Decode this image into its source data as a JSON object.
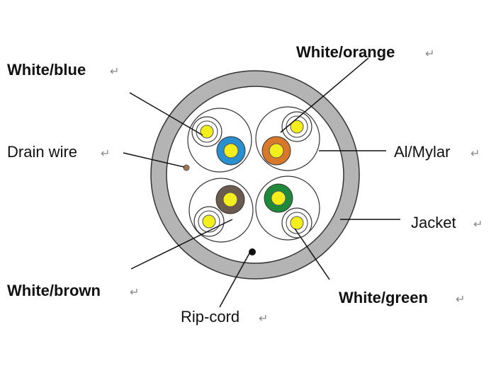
{
  "labels": {
    "white_blue": "White/blue",
    "drain_wire": "Drain wire",
    "white_brown": "White/brown",
    "rip_cord": "Rip-cord",
    "white_orange": "White/orange",
    "al_mylar": "Al/Mylar",
    "jacket": "Jacket",
    "white_green": "White/green",
    "return_mark": "↵"
  },
  "colors": {
    "jacket": "#b4b4b4",
    "conductor": "#f4ef1c",
    "blue": "#2a8fcf",
    "orange": "#d8782a",
    "brown": "#6b5a4e",
    "green": "#1f8a3a",
    "drain": "#a07850"
  }
}
